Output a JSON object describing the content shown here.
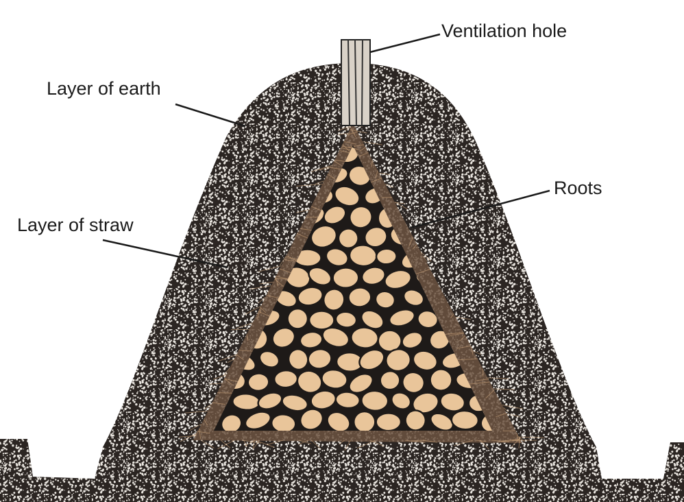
{
  "labels": {
    "ventilation_hole": "Ventilation hole",
    "layer_of_earth": "Layer of earth",
    "roots": "Roots",
    "layer_of_straw": "Layer of straw"
  },
  "colors": {
    "earth": "#2b2522",
    "speckle": "#e8e4de",
    "straw": "#6b5240",
    "root_fill": "#e9c59a",
    "root_outline": "#1e1a18"
  }
}
